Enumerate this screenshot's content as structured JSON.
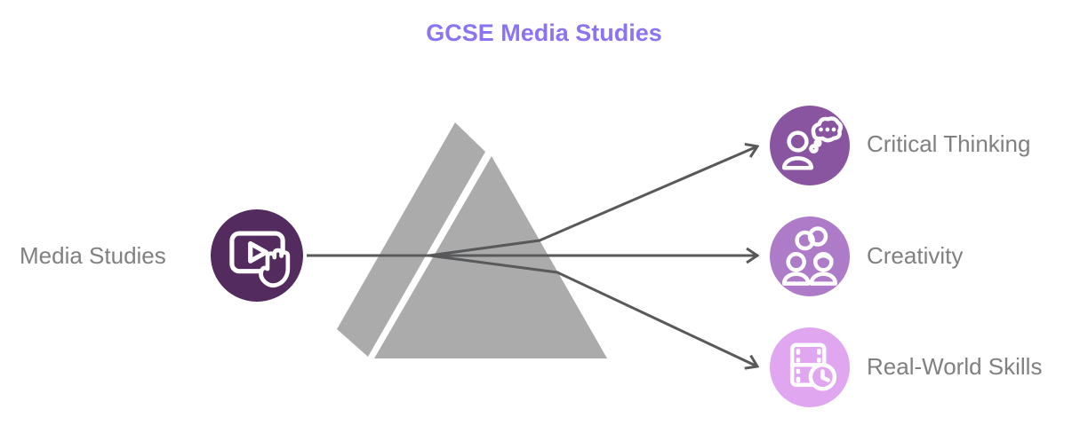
{
  "title": "GCSE Media Studies",
  "colors": {
    "title_purple": "#8b74f2",
    "label_gray": "#808080",
    "prism_gray": "#ababab",
    "line_gray": "#58595b",
    "icon_stroke": "#ffffff",
    "media_node": "#532b5e",
    "critical_node": "#8a55a0",
    "creativity_node": "#ad7bc8",
    "realworld_node": "#e0a6f0"
  },
  "source": {
    "label": "Media Studies",
    "icon": "video-player-hand-icon"
  },
  "prism": {
    "shape": "triangular-prism-with-light-split",
    "fill": "#ababab"
  },
  "outputs": [
    {
      "label": "Critical Thinking",
      "icon": "person-thought-bubble-icon",
      "color": "#8a55a0"
    },
    {
      "label": "Creativity",
      "icon": "people-linked-rings-icon",
      "color": "#ad7bc8"
    },
    {
      "label": "Real-World Skills",
      "icon": "film-strip-clock-icon",
      "color": "#e0a6f0"
    }
  ]
}
